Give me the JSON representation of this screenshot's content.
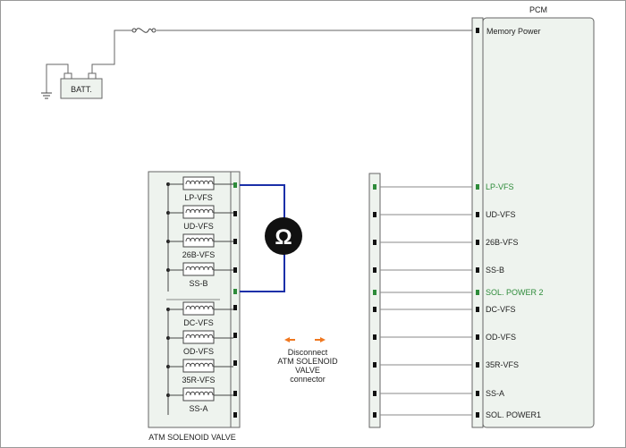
{
  "pcm": {
    "title": "PCM",
    "memory_power": "Memory Power",
    "pins": [
      {
        "label": "LP-VFS",
        "highlight": true
      },
      {
        "label": "UD-VFS",
        "highlight": false
      },
      {
        "label": "26B-VFS",
        "highlight": false
      },
      {
        "label": "SS-B",
        "highlight": false
      },
      {
        "label": "SOL. POWER 2",
        "highlight": true
      },
      {
        "label": "DC-VFS",
        "highlight": false
      },
      {
        "label": "OD-VFS",
        "highlight": false
      },
      {
        "label": "35R-VFS",
        "highlight": false
      },
      {
        "label": "SS-A",
        "highlight": false
      },
      {
        "label": "SOL. POWER1",
        "highlight": false
      }
    ]
  },
  "battery": {
    "label": "BATT."
  },
  "valve": {
    "title": "ATM SOLENOID VALVE",
    "solenoids": [
      "LP-VFS",
      "UD-VFS",
      "26B-VFS",
      "SS-B",
      "DC-VFS",
      "OD-VFS",
      "35R-VFS",
      "SS-A"
    ]
  },
  "meter": {
    "symbol": "Ω"
  },
  "note": {
    "lines": [
      "Disconnect",
      "ATM SOLENOID",
      "VALVE",
      "connector"
    ]
  },
  "colors": {
    "highlight": "#2e8b3a",
    "meter_lead": "#1a2fa8",
    "arrow": "#f07820",
    "panel": "#eef3ee"
  }
}
